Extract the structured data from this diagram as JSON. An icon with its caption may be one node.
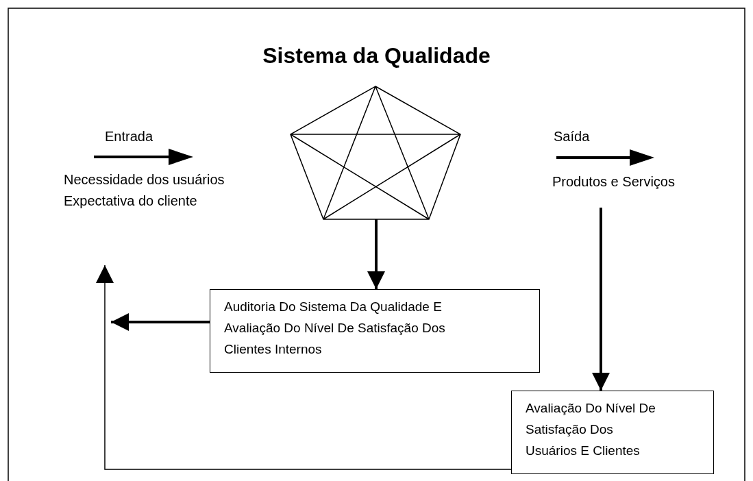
{
  "diagram": {
    "title": "Sistema da Qualidade",
    "nodes": [
      {
        "text": [],
        "shape": "pentagon"
      },
      {
        "text": [
          "Produtos e Serviços"
        ]
      },
      {
        "text": [
          "Auditoria Do Sistema Da Qualidade E Avaliação Do Nível De Satisfação Dos Clientes Internos"
        ]
      },
      {
        "text": [
          "Avaliação Do Nível De Satisfação Dos Usuários E Clientes"
        ]
      }
    ],
    "edges": [
      {
        "from": 0,
        "to": 2,
        "arrow": "to"
      },
      {
        "from": 1,
        "to": 3,
        "arrow": "to"
      },
      {
        "from": 2,
        "to": null,
        "arrow": "to"
      },
      {
        "from": 3,
        "to": null,
        "arrow": "to"
      }
    ],
    "labels": [
      "Entrada",
      "Saída",
      "Necessidade dos usuários",
      "Expectativa do cliente"
    ]
  }
}
